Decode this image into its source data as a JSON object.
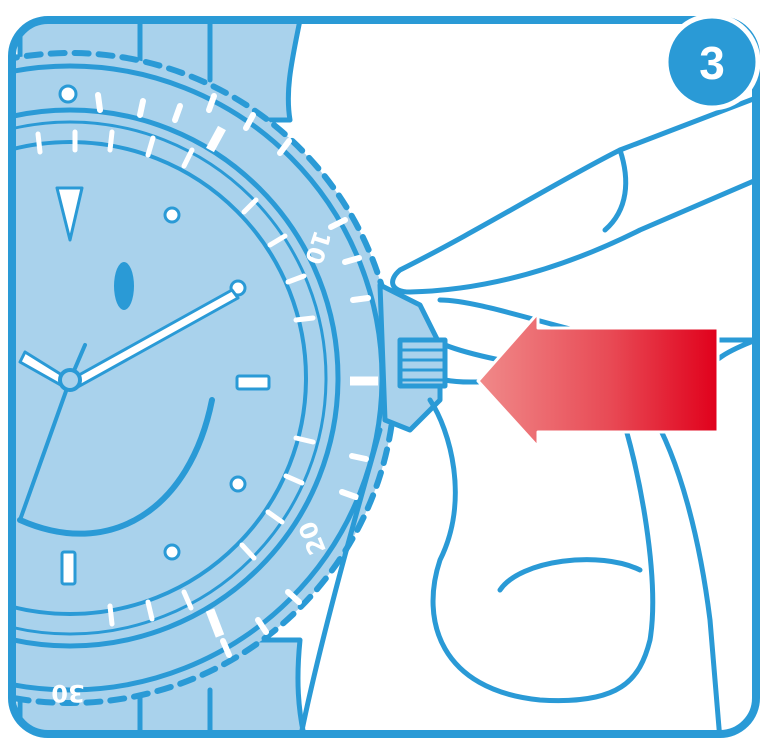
{
  "step": {
    "number": "3"
  },
  "bezel": {
    "labels": [
      "10",
      "20",
      "30"
    ]
  },
  "colors": {
    "outline": "#2a9ad6",
    "watch_fill": "#a9d2ec",
    "arrow_start": "#ee7a7a",
    "arrow_end": "#e0001b",
    "background": "#ffffff"
  },
  "icons": {
    "arrow": "push-arrow-icon",
    "badge": "step-number-badge"
  }
}
